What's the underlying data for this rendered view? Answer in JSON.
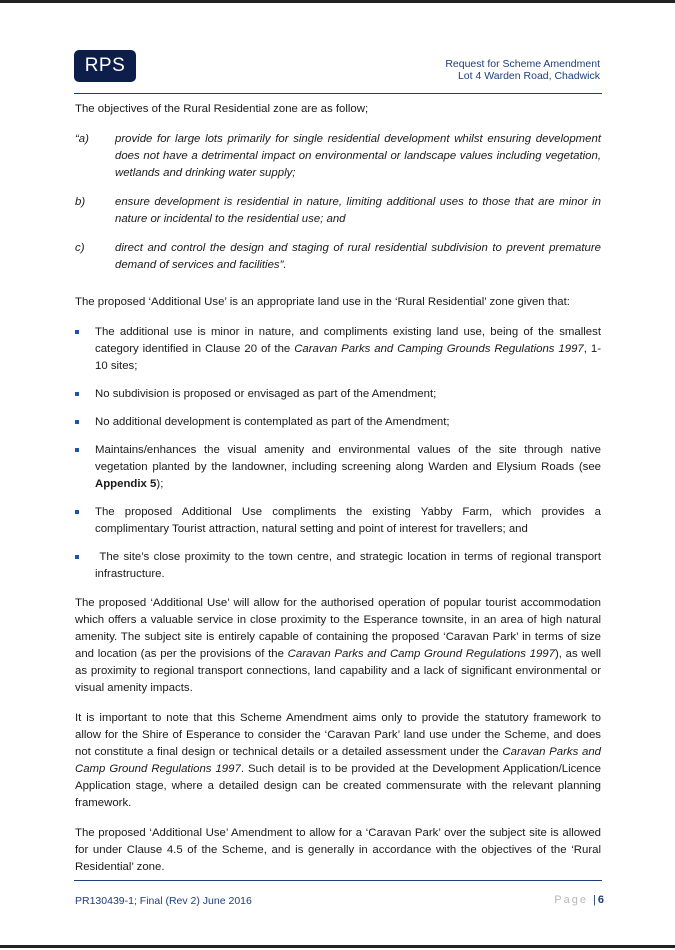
{
  "header": {
    "logo": "RPS",
    "line1": "Request for Scheme Amendment",
    "line2": "Lot 4 Warden Road, Chadwick"
  },
  "body": {
    "intro": "The objectives of the Rural Residential zone are as follow;",
    "objectives": [
      {
        "marker": "“a)",
        "text": "provide for large lots primarily for single residential development whilst ensuring development does not have a detrimental impact on environmental or landscape values including vegetation, wetlands and drinking water supply;"
      },
      {
        "marker": "b)",
        "text": "ensure development is residential in nature, limiting additional uses to those that are minor in nature or incidental to the residential use; and"
      },
      {
        "marker": "c)",
        "text": "direct and control the design and staging of rural residential subdivision to prevent premature demand of services and facilities”."
      }
    ],
    "proposed_intro": "The proposed ‘Additional Use’ is an appropriate land use in the ‘Rural Residential’ zone given that:",
    "bullets": {
      "b1_pre": "The additional use is minor in nature, and compliments existing land use, being of the smallest category identified in Clause 20 of the ",
      "b1_italic": "Caravan Parks and Camping Grounds Regulations 1997",
      "b1_post": ", 1-10 sites;",
      "b2": "No subdivision is proposed or envisaged as part of the Amendment;",
      "b3": "No additional development is contemplated as part of the Amendment;",
      "b4_pre": "Maintains/enhances the visual amenity and environmental values of the site through native vegetation planted by the landowner, including screening along Warden and Elysium Roads (see ",
      "b4_bold": "Appendix 5",
      "b4_post": ");",
      "b5": "The proposed Additional Use compliments the existing Yabby Farm, which provides a complimentary Tourist attraction, natural setting and point of interest for travellers; and",
      "b6": " The site’s close proximity to the town centre, and strategic location in terms of regional transport infrastructure."
    },
    "para1_pre": "The proposed ‘Additional Use’ will allow for the authorised operation of popular tourist accommodation which offers a valuable service in close proximity to the Esperance townsite, in an area of high natural amenity. The subject site is entirely capable of containing the proposed ‘Caravan Park’ in terms of size and location (as per the provisions of the ",
    "para1_italic": "Caravan Parks and Camp Ground Regulations 1997",
    "para1_post": "), as well as proximity to regional transport connections, land capability and a lack of significant environmental or visual amenity impacts.",
    "para2_pre": "It is important to note that this Scheme Amendment aims only to provide the statutory framework to allow for the Shire of Esperance to consider the ‘Caravan Park’ land use under the Scheme, and does not constitute a final design or technical details or a detailed assessment under the ",
    "para2_italic": "Caravan Parks and Camp Ground Regulations 1997",
    "para2_post": ". Such detail is to be provided at the Development Application/Licence Application stage, where a detailed design can be created commensurate with the relevant planning framework.",
    "para3": "The proposed ‘Additional Use’ Amendment to allow for a ‘Caravan Park’ over the subject site is allowed for under Clause 4.5 of the Scheme, and is generally in accordance with the objectives of the ‘Rural Residential’ zone."
  },
  "footer": {
    "doc_ref": "PR130439-1; Final (Rev 2) June 2016",
    "page_word": "Page",
    "separator": "|",
    "page_number": "6"
  }
}
